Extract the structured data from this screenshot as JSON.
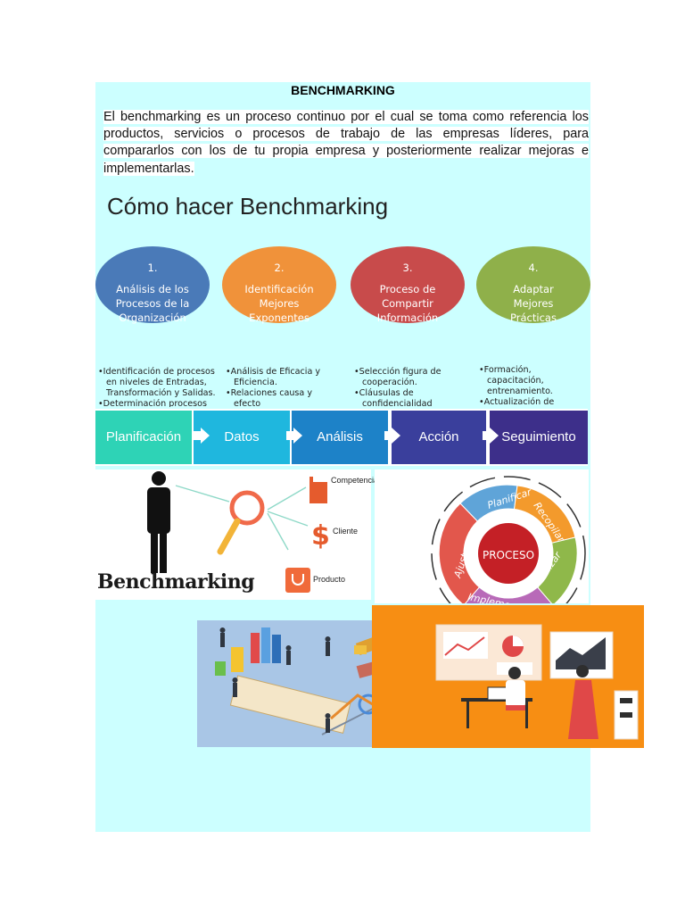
{
  "document": {
    "title": "BENCHMARKING",
    "paragraph": "El benchmarking es un proceso continuo por el cual se toma como referencia los productos, servicios o procesos de trabajo de las empresas líderes, para compararlos con los de tu propia empresa y posteriormente realizar mejoras e implementarlas."
  },
  "infographic": {
    "title": "Cómo hacer Benchmarking",
    "steps": [
      {
        "number": "1.",
        "label": "Análisis de los Procesos de la Organización",
        "color": "#4a7ab8",
        "bullets": [
          "Identificación de procesos en niveles de Entradas, Transformación y Salidas.",
          "Determinación procesos"
        ]
      },
      {
        "number": "2.",
        "label": "Identificación Mejores Exponentes",
        "color": "#f0923a",
        "bullets": [
          "Análisis de Eficacia y Eficiencia.",
          "Relaciones causa y efecto"
        ]
      },
      {
        "number": "3.",
        "label": "Proceso de Compartir Información",
        "color": "#c84b4b",
        "bullets": [
          "Selección figura de cooperación.",
          "Cláusulas de confidencialidad"
        ]
      },
      {
        "number": "4.",
        "label": "Adaptar Mejores Prácticas",
        "color": "#8fb04a",
        "bullets": [
          "Formación, capacitación, entrenamiento.",
          "Actualización de Procesos"
        ]
      }
    ]
  },
  "flow": {
    "steps": [
      {
        "label": "Planificación",
        "color": "#2ed3b6"
      },
      {
        "label": "Datos",
        "color": "#1fb7de"
      },
      {
        "label": "Análisis",
        "color": "#1d82c8"
      },
      {
        "label": "Acción",
        "color": "#3a3f9c"
      },
      {
        "label": "Seguimiento",
        "color": "#3d2f8a"
      }
    ]
  },
  "benchmark_diagram": {
    "word": "Benchmarking",
    "labels": {
      "competencia": "Competencia",
      "cliente": "Cliente",
      "producto": "Producto"
    }
  },
  "cycle": {
    "center": "PROCESO",
    "segments": [
      "Planificar",
      "Recopilar",
      "Analizar",
      "Implementar",
      "Ajustar"
    ]
  }
}
